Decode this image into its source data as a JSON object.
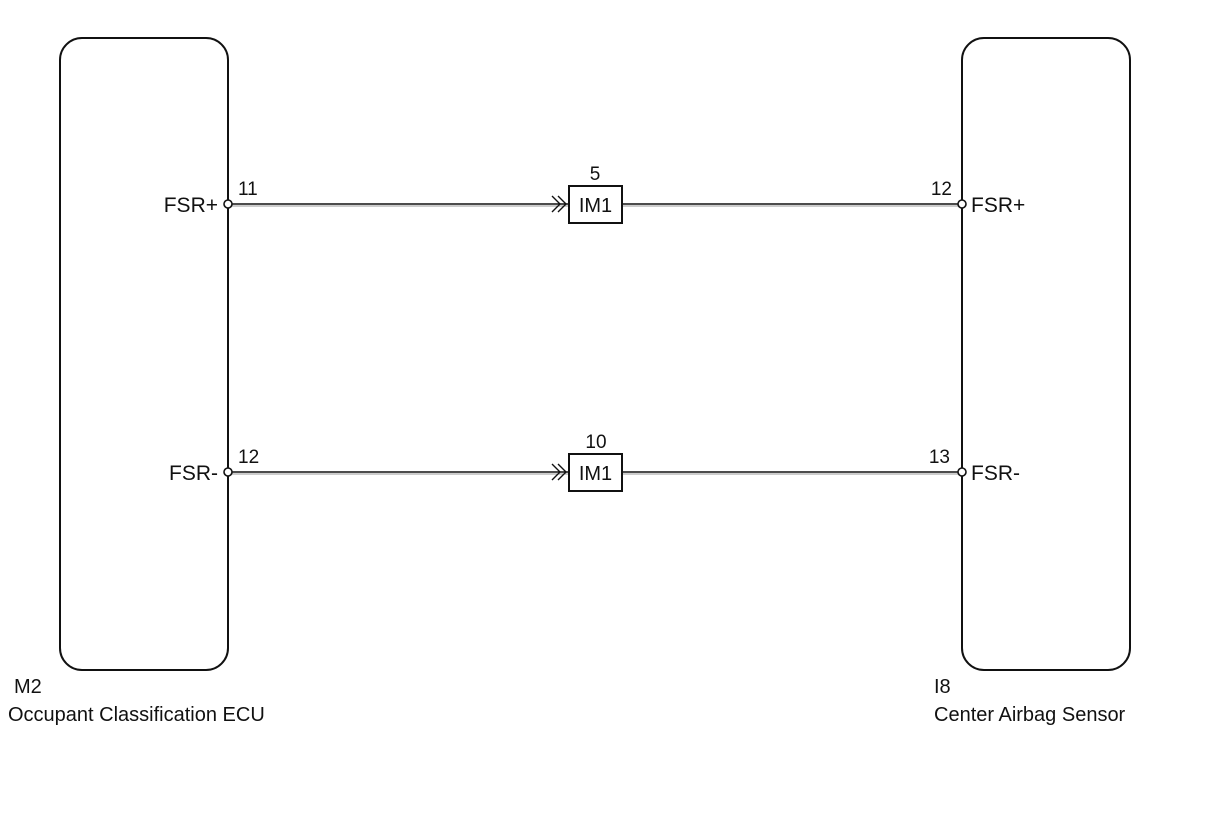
{
  "components": {
    "left": {
      "code": "M2",
      "name": "Occupant Classification ECU"
    },
    "right": {
      "code": "I8",
      "name": "Center Airbag Sensor"
    }
  },
  "circuits": [
    {
      "left_pin_name": "FSR+",
      "left_pin_num": "11",
      "connector_pin": "5",
      "connector_name": "IM1",
      "right_pin_num": "12",
      "right_pin_name": "FSR+"
    },
    {
      "left_pin_name": "FSR-",
      "left_pin_num": "12",
      "connector_pin": "10",
      "connector_name": "IM1",
      "right_pin_num": "13",
      "right_pin_name": "FSR-"
    }
  ],
  "colors": {
    "line": "#111111",
    "background": "#ffffff"
  }
}
